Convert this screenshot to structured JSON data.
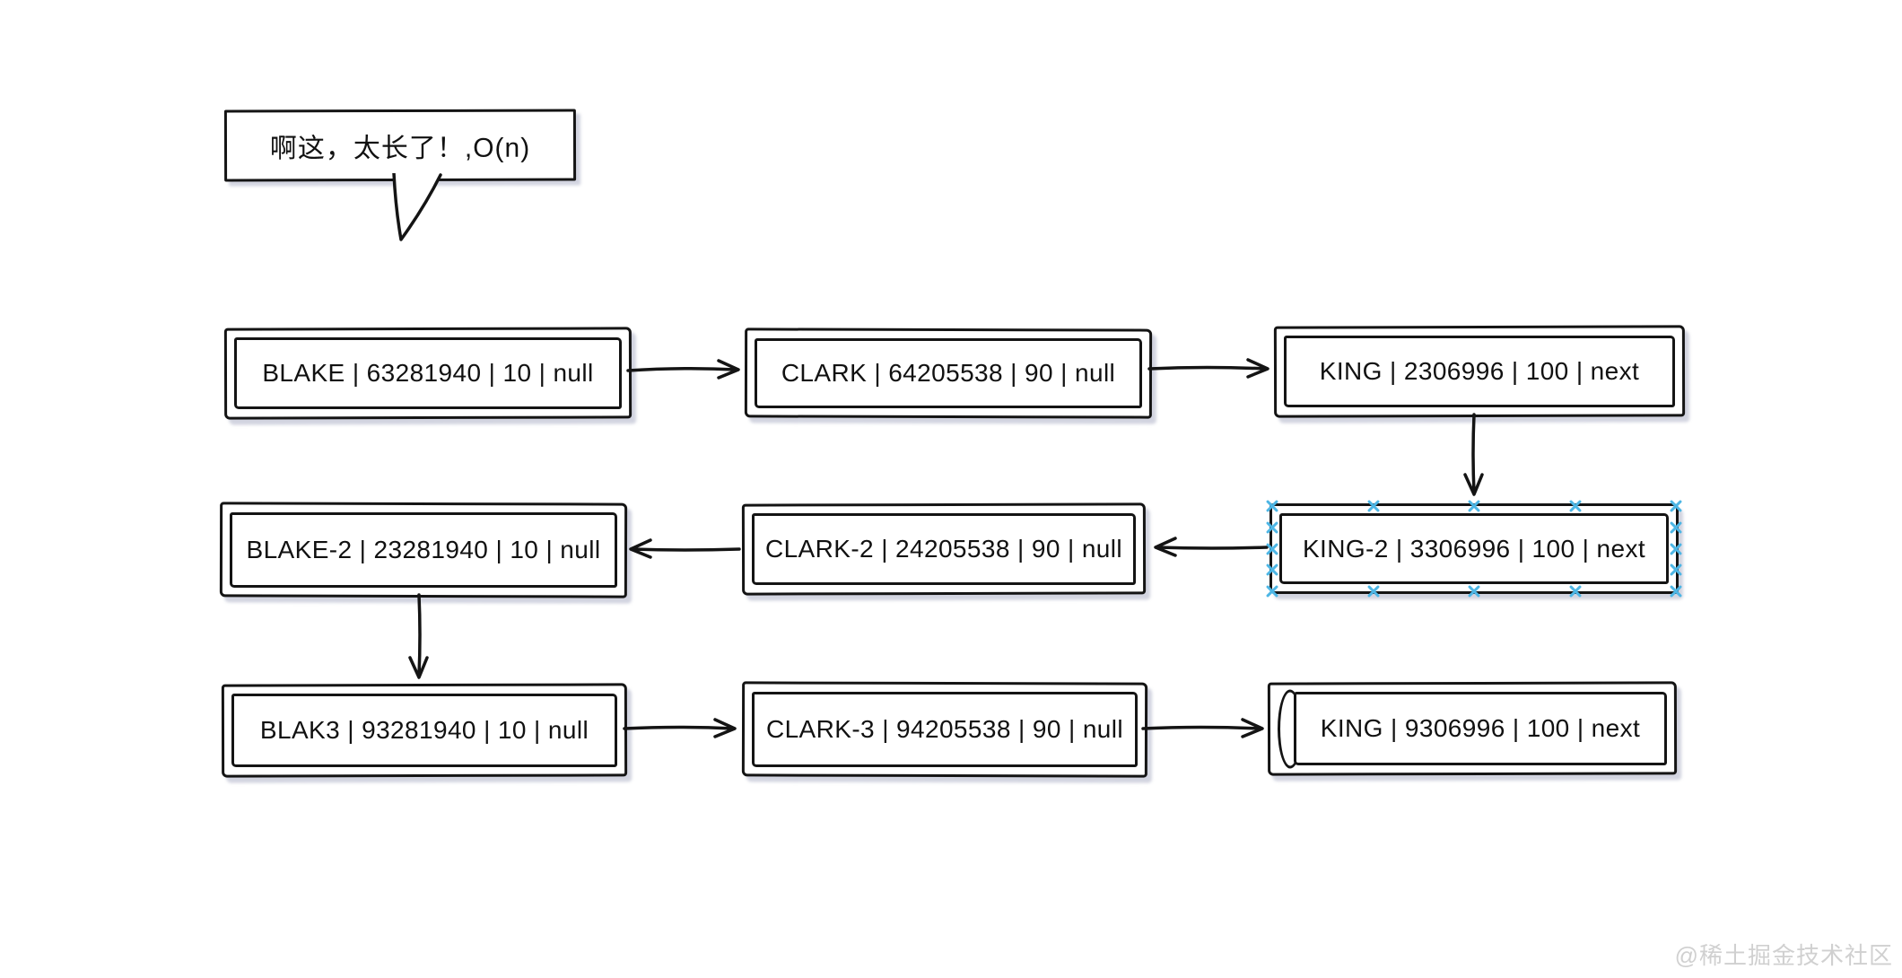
{
  "ui": {
    "background": "#ffffff",
    "stroke_color": "#141414",
    "selection_color": "#4db6e5",
    "shadow_color": "rgba(148,153,180,0.42)",
    "watermark_color": "#d0d0d0"
  },
  "bubble": {
    "text": "啊这，太长了！,O(n)"
  },
  "nodes": [
    {
      "id": "blake",
      "label": "BLAKE | 63281940 | 10 | null",
      "row": 1,
      "selected": false
    },
    {
      "id": "clark",
      "label": "CLARK | 64205538 | 90 | null",
      "row": 1,
      "selected": false
    },
    {
      "id": "king",
      "label": "KING | 2306996 | 100 | next",
      "row": 1,
      "selected": false
    },
    {
      "id": "blake-2",
      "label": "BLAKE-2 | 23281940 | 10 | null",
      "row": 2,
      "selected": false
    },
    {
      "id": "clark-2",
      "label": "CLARK-2 | 24205538 | 90 | null",
      "row": 2,
      "selected": false
    },
    {
      "id": "king-2",
      "label": "KING-2 | 3306996 | 100 | next",
      "row": 2,
      "selected": true
    },
    {
      "id": "blak3",
      "label": "BLAK3 | 93281940 | 10 | null",
      "row": 3,
      "selected": false
    },
    {
      "id": "clark-3",
      "label": "CLARK-3 | 94205538 | 90 | null",
      "row": 3,
      "selected": false
    },
    {
      "id": "king-3",
      "label": "KING | 9306996 | 100 | next",
      "row": 3,
      "selected": false
    }
  ],
  "edges": [
    {
      "from": "blake",
      "to": "clark",
      "direction": "right"
    },
    {
      "from": "clark",
      "to": "king",
      "direction": "right"
    },
    {
      "from": "king",
      "to": "king-2",
      "direction": "down"
    },
    {
      "from": "king-2",
      "to": "clark-2",
      "direction": "left"
    },
    {
      "from": "clark-2",
      "to": "blake-2",
      "direction": "left"
    },
    {
      "from": "blake-2",
      "to": "blak3",
      "direction": "down"
    },
    {
      "from": "blak3",
      "to": "clark-3",
      "direction": "right"
    },
    {
      "from": "clark-3",
      "to": "king-3",
      "direction": "right"
    }
  ],
  "watermark": {
    "text": "@稀土掘金技术社区"
  }
}
